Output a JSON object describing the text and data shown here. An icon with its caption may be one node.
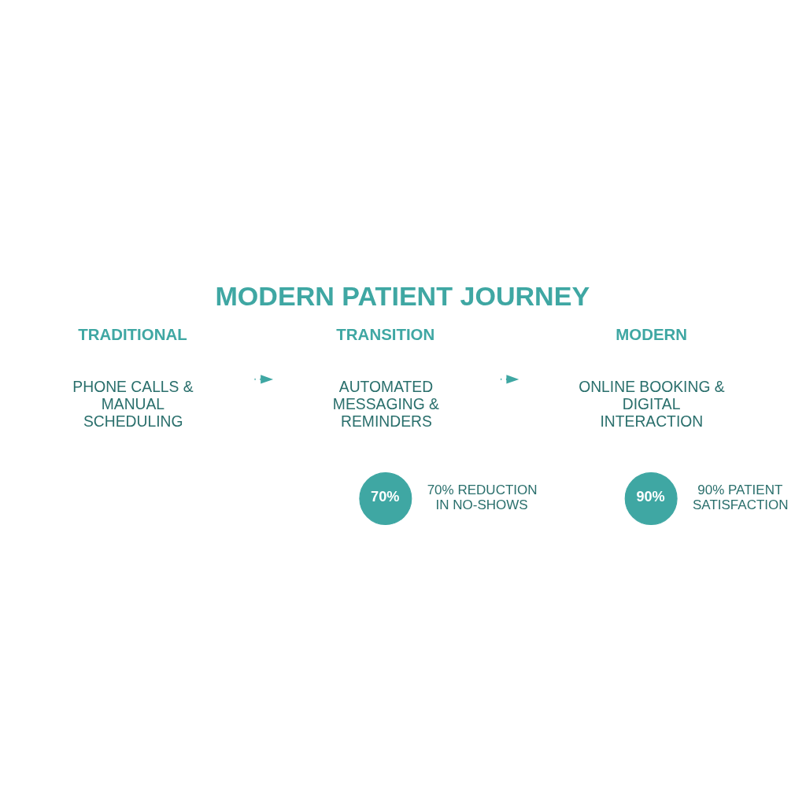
{
  "diagram": {
    "title": "MODERN PATIENT JOURNEY",
    "nodes": [
      {
        "text": [
          "TRADITIONAL",
          "PHONE CALLS & MANUAL SCHEDULING"
        ]
      },
      {
        "text": [
          "TRANSITION",
          "AUTOMATED MESSAGING & REMINDERS"
        ]
      },
      {
        "text": [
          "MODERN",
          "ONLINE BOOKING & DIGITAL INTERACTION"
        ]
      },
      {
        "text": [
          "70%"
        ],
        "beside": [
          "70% REDUCTION IN NO-SHOWS"
        ]
      },
      {
        "text": [
          "90%"
        ],
        "beside": [
          "90% PATIENT SATISFACTION"
        ]
      }
    ],
    "edges": [
      {
        "from": 0,
        "to": 1,
        "arrow": "to",
        "style": "dashed"
      },
      {
        "from": 1,
        "to": 2,
        "arrow": "to",
        "style": "dashed"
      }
    ]
  }
}
